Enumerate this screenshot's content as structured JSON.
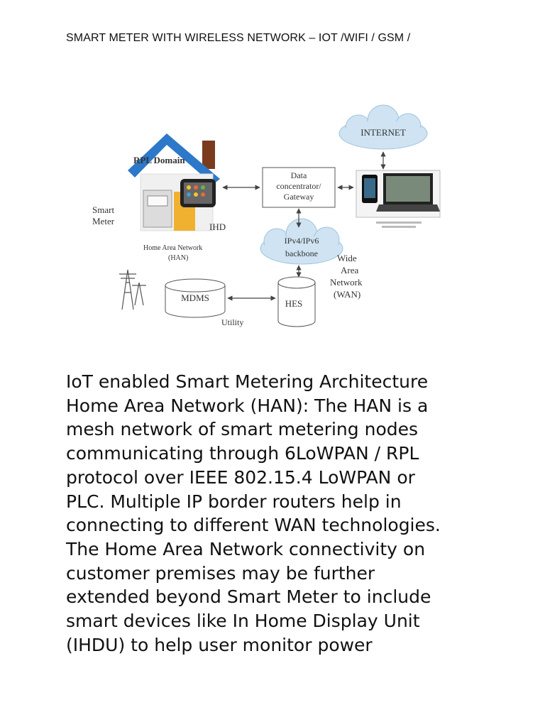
{
  "document": {
    "title": "SMART METER WITH WIRELESS NETWORK – IOT /WIFI / GSM /",
    "figure": {
      "labels": {
        "rpl_domain": "RPL Domain",
        "smart_meter_line1": "Smart",
        "smart_meter_line2": "Meter",
        "ihd": "IHD",
        "han_line1": "Home Area Network",
        "han_line2": "(HAN)",
        "data_conc_line1": "Data",
        "data_conc_line2": "concentrator/",
        "data_conc_line3": "Gateway",
        "internet": "INTERNET",
        "backbone_line1": "IPv4/IPv6",
        "backbone_line2": "backbone",
        "wan_line1": "Wide",
        "wan_line2": "Area",
        "wan_line3": "Network",
        "wan_line4": "(WAN)",
        "mdms": "MDMS",
        "hes": "HES",
        "utility": "Utility"
      }
    },
    "body_lines": [
      "IoT enabled Smart Metering Architecture",
      "Home Area Network (HAN): The HAN is a",
      "mesh network of smart metering nodes",
      "communicating through 6LoWPAN / RPL",
      "protocol over IEEE 802.15.4 LoWPAN or",
      "PLC. Multiple IP border routers help in",
      "connecting to different WAN technologies.",
      "The Home Area Network connectivity on",
      "customer premises may be further",
      "extended beyond Smart Meter to include",
      "smart devices like In Home Display Unit",
      "(IHDU) to help user monitor power"
    ]
  }
}
